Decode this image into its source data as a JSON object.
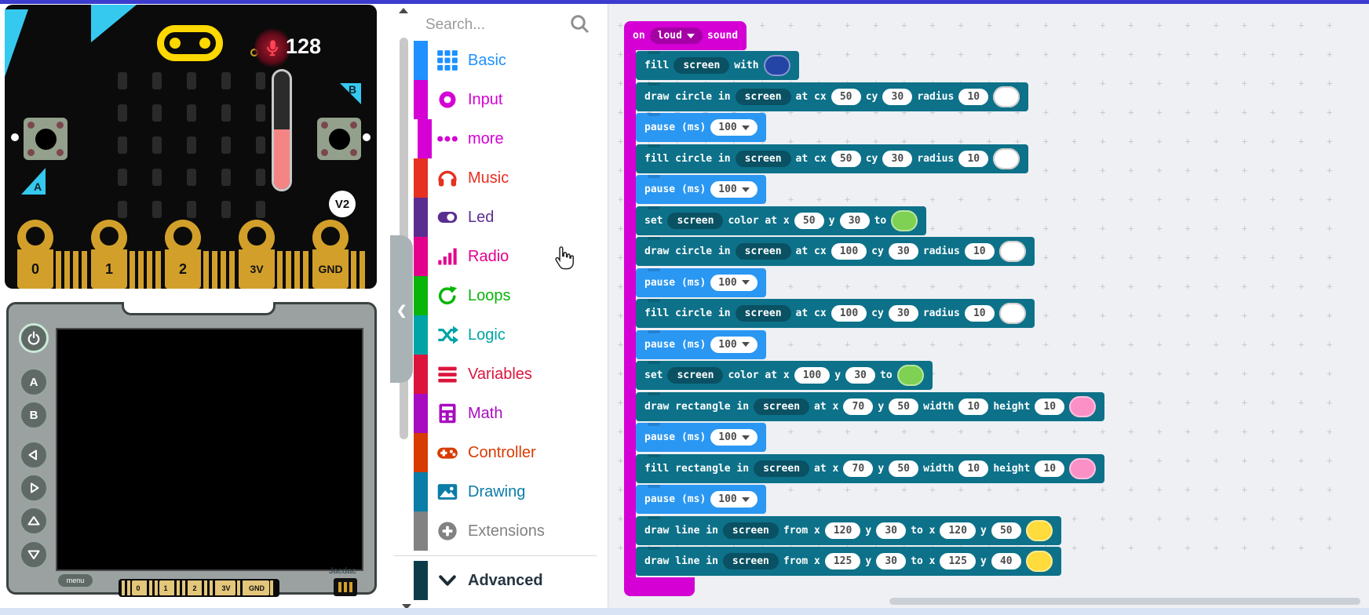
{
  "chrome": {
    "top_bar_color": "#3c3ccf",
    "bottom_strip_color": "#d9e3f6"
  },
  "simulator": {
    "microbit": {
      "mic_value": "128",
      "version_badge": "V2",
      "button_a_label": "A",
      "button_b_label": "B",
      "pins": [
        "0",
        "1",
        "2",
        "3V",
        "GND"
      ]
    },
    "shield": {
      "menu_label": "menu",
      "jacdac_label": "Jacdac",
      "buttons": [
        {
          "id": "power",
          "icon": "power-icon",
          "label": ""
        },
        {
          "id": "a",
          "icon": "letter",
          "label": "A"
        },
        {
          "id": "b",
          "icon": "letter",
          "label": "B"
        },
        {
          "id": "left",
          "icon": "triangle-left-icon",
          "label": ""
        },
        {
          "id": "right",
          "icon": "triangle-right-icon",
          "label": ""
        },
        {
          "id": "up",
          "icon": "triangle-up-icon",
          "label": ""
        },
        {
          "id": "down",
          "icon": "triangle-down-icon",
          "label": ""
        }
      ],
      "pins": [
        "0",
        "1",
        "2",
        "3V",
        "GND"
      ]
    }
  },
  "toolbox": {
    "search_placeholder": "Search...",
    "categories": [
      {
        "id": "basic",
        "label": "Basic",
        "color": "#1e90ff",
        "icon": "grid-icon"
      },
      {
        "id": "input",
        "label": "Input",
        "color": "#d400d4",
        "icon": "donut-icon"
      },
      {
        "id": "more",
        "label": "more",
        "color": "#d400d4",
        "icon": "ellipsis-icon",
        "indent": true
      },
      {
        "id": "music",
        "label": "Music",
        "color": "#e63022",
        "icon": "headphones-icon"
      },
      {
        "id": "led",
        "label": "Led",
        "color": "#5c2d91",
        "icon": "led-icon"
      },
      {
        "id": "radio",
        "label": "Radio",
        "color": "#e3008c",
        "icon": "signal-icon"
      },
      {
        "id": "loops",
        "label": "Loops",
        "color": "#09b509",
        "icon": "loop-icon"
      },
      {
        "id": "logic",
        "label": "Logic",
        "color": "#00a4a6",
        "icon": "shuffle-icon"
      },
      {
        "id": "variables",
        "label": "Variables",
        "color": "#dc143c",
        "icon": "menu-lines-icon"
      },
      {
        "id": "math",
        "label": "Math",
        "color": "#a80cc0",
        "icon": "calculator-icon"
      },
      {
        "id": "controller",
        "label": "Controller",
        "color": "#d83b01",
        "icon": "gamepad-icon"
      },
      {
        "id": "drawing",
        "label": "Drawing",
        "color": "#0a7da8",
        "icon": "image-icon"
      },
      {
        "id": "extensions",
        "label": "Extensions",
        "color": "#828282",
        "icon": "plus-circle-icon"
      }
    ],
    "advanced": {
      "label": "Advanced",
      "chip_color": "#0c3c4a",
      "text_color": "#253540",
      "icon": "chevron-down-icon"
    }
  },
  "workspace": {
    "block_colors": {
      "teal": "#0d7189",
      "pause_blue": "#2a97f2",
      "event_magenta": "#d400d4"
    },
    "swatches": {
      "navy": "#2444a6",
      "white": "#ffffff",
      "green": "#7ed153",
      "pink": "#fb90c6",
      "yellow": "#ffdb3b"
    },
    "event_block": {
      "prefix": "on",
      "dropdown": "loud",
      "suffix": "sound"
    },
    "rows": [
      {
        "kind": "teal",
        "parts": [
          [
            "l",
            "fill"
          ],
          [
            "f",
            "screen"
          ],
          [
            "l",
            "with"
          ],
          [
            "s",
            "navy"
          ]
        ]
      },
      {
        "kind": "teal",
        "parts": [
          [
            "l",
            "draw circle in"
          ],
          [
            "f",
            "screen"
          ],
          [
            "l",
            "at cx"
          ],
          [
            "n",
            "50"
          ],
          [
            "l",
            "cy"
          ],
          [
            "n",
            "30"
          ],
          [
            "l",
            "radius"
          ],
          [
            "n",
            "10"
          ],
          [
            "s",
            "white"
          ]
        ]
      },
      {
        "kind": "pause",
        "parts": [
          [
            "l",
            "pause (ms)"
          ],
          [
            "d",
            "100"
          ]
        ]
      },
      {
        "kind": "teal",
        "parts": [
          [
            "l",
            "fill circle in"
          ],
          [
            "f",
            "screen"
          ],
          [
            "l",
            "at cx"
          ],
          [
            "n",
            "50"
          ],
          [
            "l",
            "cy"
          ],
          [
            "n",
            "30"
          ],
          [
            "l",
            "radius"
          ],
          [
            "n",
            "10"
          ],
          [
            "s",
            "white"
          ]
        ]
      },
      {
        "kind": "pause",
        "parts": [
          [
            "l",
            "pause (ms)"
          ],
          [
            "d",
            "100"
          ]
        ]
      },
      {
        "kind": "teal",
        "parts": [
          [
            "l",
            "set"
          ],
          [
            "f",
            "screen"
          ],
          [
            "l",
            "color at x"
          ],
          [
            "n",
            "50"
          ],
          [
            "l",
            "y"
          ],
          [
            "n",
            "30"
          ],
          [
            "l",
            "to"
          ],
          [
            "s",
            "green"
          ]
        ]
      },
      {
        "kind": "teal",
        "parts": [
          [
            "l",
            "draw circle in"
          ],
          [
            "f",
            "screen"
          ],
          [
            "l",
            "at cx"
          ],
          [
            "n",
            "100"
          ],
          [
            "l",
            "cy"
          ],
          [
            "n",
            "30"
          ],
          [
            "l",
            "radius"
          ],
          [
            "n",
            "10"
          ],
          [
            "s",
            "white"
          ]
        ]
      },
      {
        "kind": "pause",
        "parts": [
          [
            "l",
            "pause (ms)"
          ],
          [
            "d",
            "100"
          ]
        ]
      },
      {
        "kind": "teal",
        "parts": [
          [
            "l",
            "fill circle in"
          ],
          [
            "f",
            "screen"
          ],
          [
            "l",
            "at cx"
          ],
          [
            "n",
            "100"
          ],
          [
            "l",
            "cy"
          ],
          [
            "n",
            "30"
          ],
          [
            "l",
            "radius"
          ],
          [
            "n",
            "10"
          ],
          [
            "s",
            "white"
          ]
        ]
      },
      {
        "kind": "pause",
        "parts": [
          [
            "l",
            "pause (ms)"
          ],
          [
            "d",
            "100"
          ]
        ]
      },
      {
        "kind": "teal",
        "parts": [
          [
            "l",
            "set"
          ],
          [
            "f",
            "screen"
          ],
          [
            "l",
            "color at x"
          ],
          [
            "n",
            "100"
          ],
          [
            "l",
            "y"
          ],
          [
            "n",
            "30"
          ],
          [
            "l",
            "to"
          ],
          [
            "s",
            "green"
          ]
        ]
      },
      {
        "kind": "teal",
        "parts": [
          [
            "l",
            "draw rectangle in"
          ],
          [
            "f",
            "screen"
          ],
          [
            "l",
            "at x"
          ],
          [
            "n",
            "70"
          ],
          [
            "l",
            "y"
          ],
          [
            "n",
            "50"
          ],
          [
            "l",
            "width"
          ],
          [
            "n",
            "10"
          ],
          [
            "l",
            "height"
          ],
          [
            "n",
            "10"
          ],
          [
            "s",
            "pink"
          ]
        ]
      },
      {
        "kind": "pause",
        "parts": [
          [
            "l",
            "pause (ms)"
          ],
          [
            "d",
            "100"
          ]
        ]
      },
      {
        "kind": "teal",
        "parts": [
          [
            "l",
            "fill rectangle in"
          ],
          [
            "f",
            "screen"
          ],
          [
            "l",
            "at x"
          ],
          [
            "n",
            "70"
          ],
          [
            "l",
            "y"
          ],
          [
            "n",
            "50"
          ],
          [
            "l",
            "width"
          ],
          [
            "n",
            "10"
          ],
          [
            "l",
            "height"
          ],
          [
            "n",
            "10"
          ],
          [
            "s",
            "pink"
          ]
        ]
      },
      {
        "kind": "pause",
        "parts": [
          [
            "l",
            "pause (ms)"
          ],
          [
            "d",
            "100"
          ]
        ]
      },
      {
        "kind": "teal",
        "parts": [
          [
            "l",
            "draw line in"
          ],
          [
            "f",
            "screen"
          ],
          [
            "l",
            "from x"
          ],
          [
            "n",
            "120"
          ],
          [
            "l",
            "y"
          ],
          [
            "n",
            "30"
          ],
          [
            "l",
            "to x"
          ],
          [
            "n",
            "120"
          ],
          [
            "l",
            "y"
          ],
          [
            "n",
            "50"
          ],
          [
            "s",
            "yellow"
          ]
        ]
      },
      {
        "kind": "teal",
        "parts": [
          [
            "l",
            "draw line in"
          ],
          [
            "f",
            "screen"
          ],
          [
            "l",
            "from x"
          ],
          [
            "n",
            "125"
          ],
          [
            "l",
            "y"
          ],
          [
            "n",
            "30"
          ],
          [
            "l",
            "to x"
          ],
          [
            "n",
            "125"
          ],
          [
            "l",
            "y"
          ],
          [
            "n",
            "40"
          ],
          [
            "s",
            "yellow"
          ]
        ]
      }
    ]
  }
}
